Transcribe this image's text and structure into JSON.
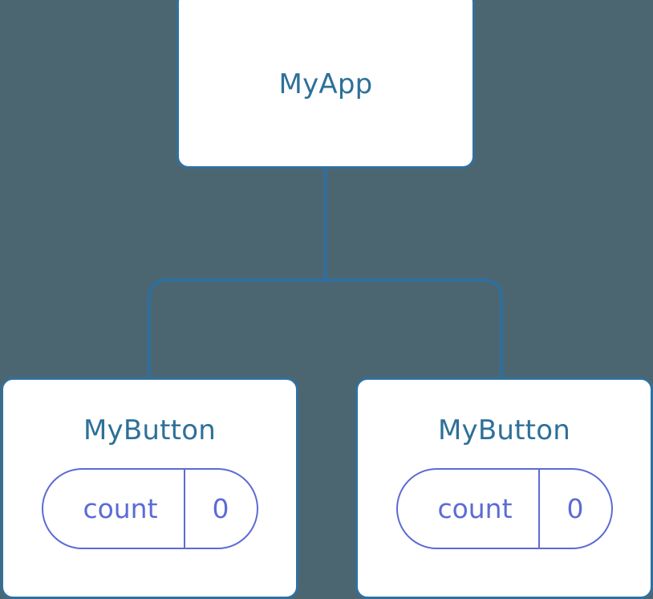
{
  "diagram": {
    "type": "component-tree",
    "background_color": "#4c6671",
    "node_border_color": "#31709e",
    "node_fill_color": "#ffffff",
    "title_text_color": "#2e7098",
    "state_accent_color": "#5c6bd6",
    "connector_color": "#2e6fa0",
    "root": {
      "label": "MyApp"
    },
    "children": [
      {
        "label": "MyButton",
        "state": {
          "key": "count",
          "value": "0"
        }
      },
      {
        "label": "MyButton",
        "state": {
          "key": "count",
          "value": "0"
        }
      }
    ]
  }
}
